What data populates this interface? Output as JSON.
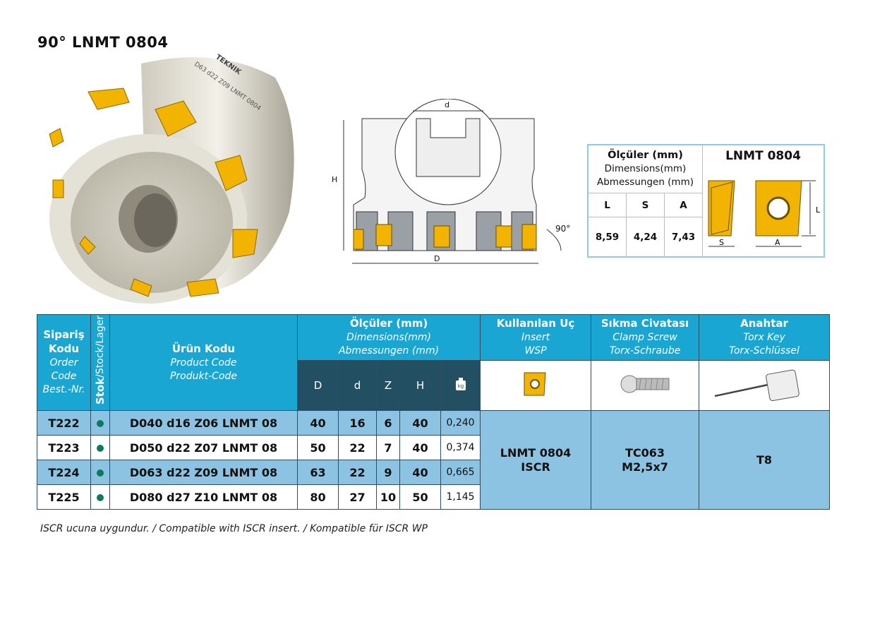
{
  "title": "90° LNMT 0804",
  "tool_image": {
    "engraving": "D63 d22 Z09 LNMT 0804",
    "brand": "TEKNIK"
  },
  "drawing": {
    "labels": {
      "d": "d",
      "H": "H",
      "D": "D",
      "angle": "90°"
    }
  },
  "insert_box": {
    "header": {
      "line1": "Ölçüler (mm)",
      "line2": "Dimensions(mm)",
      "line3": "Abmessungen (mm)"
    },
    "columns": [
      "L",
      "S",
      "A"
    ],
    "values": [
      "8,59",
      "4,24",
      "7,43"
    ],
    "insert_name": "LNMT 0804",
    "labels": {
      "S": "S",
      "A": "A",
      "L": "L"
    }
  },
  "table": {
    "headers": {
      "order": {
        "title1": "Sipariş",
        "title2": "Kodu",
        "it1": "Order",
        "it2": "Code",
        "it3": "Best.-Nr."
      },
      "stock": {
        "bold": "Stok",
        "rest": "/Stock/Lager"
      },
      "product": {
        "title": "Ürün Kodu",
        "it1": "Product Code",
        "it2": "Produkt-Code"
      },
      "dims": {
        "title": "Ölçüler (mm)",
        "it1": "Dimensions(mm)",
        "it2": "Abmessungen (mm)",
        "cols": [
          "D",
          "d",
          "Z",
          "H"
        ],
        "weight_icon": "kg"
      },
      "insert": {
        "title": "Kullanılan Uç",
        "it1": "Insert",
        "it2": "WSP"
      },
      "screw": {
        "title": "Sıkma Civatası",
        "it1": "Clamp Screw",
        "it2": "Torx-Schraube"
      },
      "key": {
        "title": "Anahtar",
        "it1": "Torx Key",
        "it2": "Torx-Schlüssel"
      }
    },
    "rows": [
      {
        "order": "T222",
        "product": "D040 d16 Z06 LNMT 08",
        "D": "40",
        "d": "16",
        "Z": "6",
        "H": "40",
        "kg": "0,240"
      },
      {
        "order": "T223",
        "product": "D050 d22 Z07 LNMT 08",
        "D": "50",
        "d": "22",
        "Z": "7",
        "H": "40",
        "kg": "0,374"
      },
      {
        "order": "T224",
        "product": "D063 d22 Z09 LNMT 08",
        "D": "63",
        "d": "22",
        "Z": "9",
        "H": "40",
        "kg": "0,665"
      },
      {
        "order": "T225",
        "product": "D080 d27 Z10 LNMT 08",
        "D": "80",
        "d": "27",
        "Z": "10",
        "H": "50",
        "kg": "1,145"
      }
    ],
    "insert_value": {
      "l1": "LNMT 0804",
      "l2": "ISCR"
    },
    "screw_value": {
      "l1": "TC063",
      "l2": "M2,5x7"
    },
    "key_value": "T8"
  },
  "note": "ISCR ucuna uygundur. / Compatible with ISCR insert. / Kompatible für ISCR WP",
  "colors": {
    "header": "#1aa6d2",
    "subheader": "#234f63",
    "row_blue": "#8cc3e3",
    "stock_dot": "#0d7a5f",
    "insert_gold": "#f2b400"
  }
}
